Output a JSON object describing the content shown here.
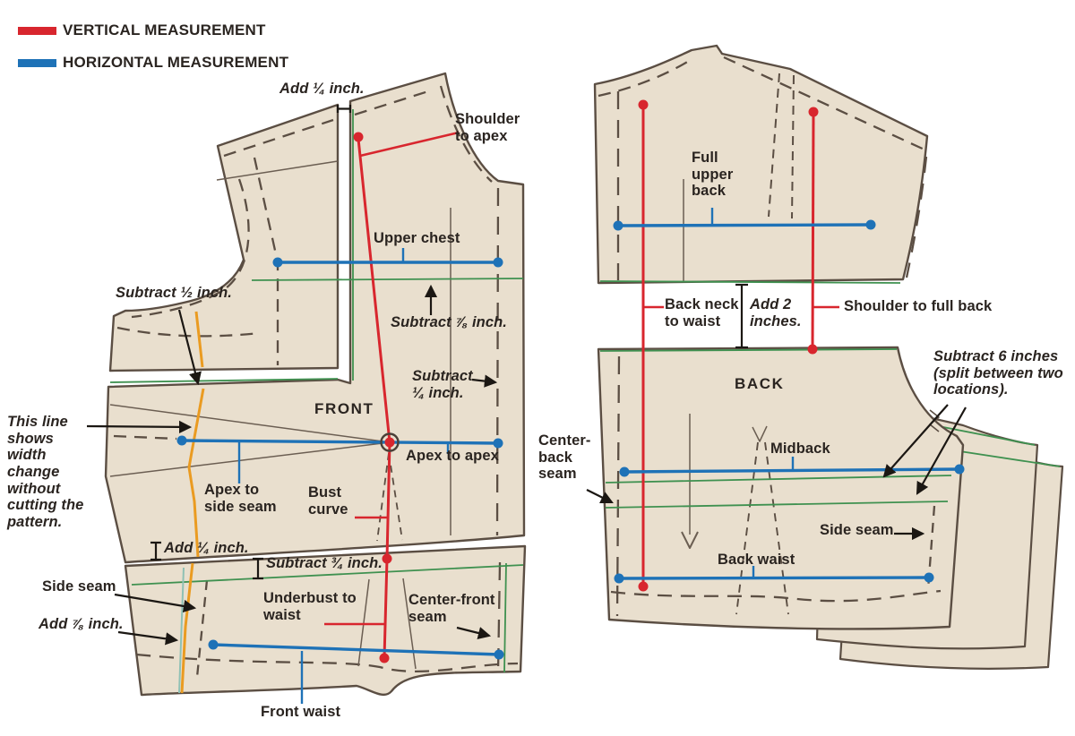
{
  "legend": {
    "vertical": {
      "label": "VERTICAL MEASUREMENT",
      "color": "#d8262e"
    },
    "horizontal": {
      "label": "HORIZONTAL MEASUREMENT",
      "color": "#1e72b7"
    }
  },
  "front": {
    "title": "FRONT",
    "notes": {
      "add_quarter_top": "Add ¼ inch.",
      "subtract_half": "Subtract ½ inch.",
      "subtract_seven_eighths": "Subtract ⅞ inch.",
      "subtract_quarter": "Subtract ¼ inch.",
      "width_change": "This line shows width change without cutting the pattern.",
      "add_quarter_waist": "Add ¼ inch.",
      "subtract_three_quarters": "Subtract ¾ inch.",
      "add_seven_eighths": "Add ⅞ inch."
    },
    "measurements": {
      "shoulder_to_apex": "Shoulder to apex",
      "upper_chest": "Upper chest",
      "apex_to_side_seam": "Apex to side seam",
      "apex_to_apex": "Apex to apex",
      "bust_curve": "Bust curve",
      "underbust_to_waist": "Underbust to waist",
      "front_waist": "Front waist"
    },
    "parts": {
      "side_seam": "Side seam",
      "center_front_seam": "Center-front seam"
    }
  },
  "back": {
    "title": "BACK",
    "notes": {
      "add_two_inches": "Add 2 inches.",
      "subtract_six": "Subtract 6 inches (split between two locations)."
    },
    "measurements": {
      "full_upper_back": "Full upper back",
      "back_neck_to_waist": "Back neck to waist",
      "shoulder_to_full_back": "Shoulder to full back",
      "midback": "Midback",
      "back_waist": "Back waist"
    },
    "parts": {
      "center_back_seam": "Center-back seam",
      "side_seam": "Side seam"
    }
  },
  "colors": {
    "vertical_red": "#d8262e",
    "horizontal_blue": "#1e72b7",
    "pattern_fill": "#e9dfce",
    "pattern_outline": "#5b4e43",
    "alteration_green": "#3f9150",
    "alteration_teal": "#8fc1b5",
    "alteration_orange": "#ea9b21",
    "text": "#2a2420"
  }
}
